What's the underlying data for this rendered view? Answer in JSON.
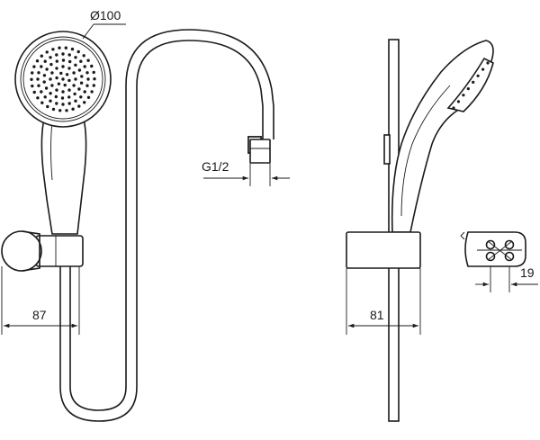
{
  "dimensions": {
    "head_diameter": "Ø100",
    "hose_thread": "G1/2",
    "holder_projection_front": "87",
    "holder_projection_side": "81",
    "holder_width": "19"
  },
  "colors": {
    "line": "#1a1a1a",
    "background": "#ffffff"
  }
}
